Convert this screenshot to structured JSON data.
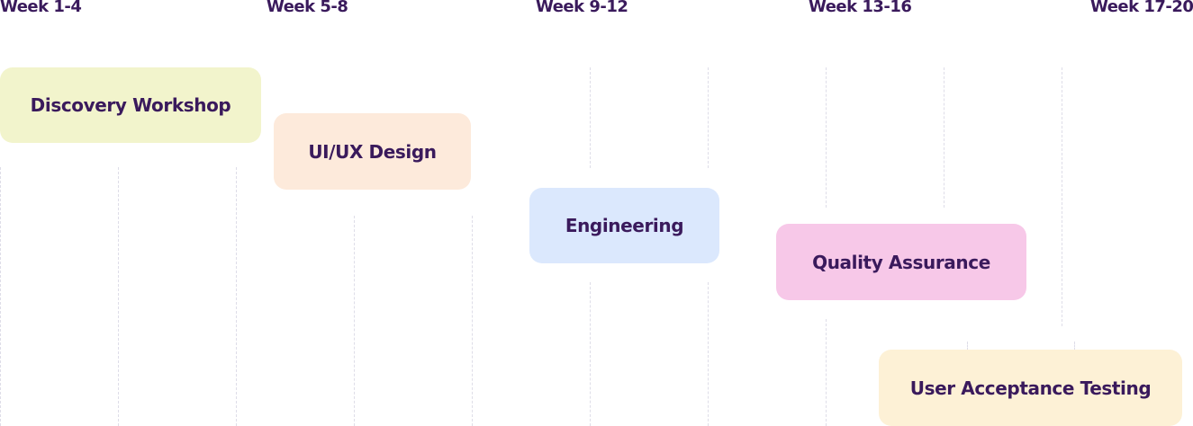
{
  "timeline": {
    "headers": [
      "Week 1-4",
      "Week 5-8",
      "Week 9-12",
      "Week 13-16",
      "Week 17-20"
    ]
  },
  "tasks": [
    {
      "label": "Discovery Workshop",
      "color": "#f2f4cc"
    },
    {
      "label": "UI/UX Design",
      "color": "#fdeadb"
    },
    {
      "label": "Engineering",
      "color": "#dbe8fd"
    },
    {
      "label": "Quality Assurance",
      "color": "#f7c8e8"
    },
    {
      "label": "User Acceptance Testing",
      "color": "#fdf1d6"
    }
  ]
}
